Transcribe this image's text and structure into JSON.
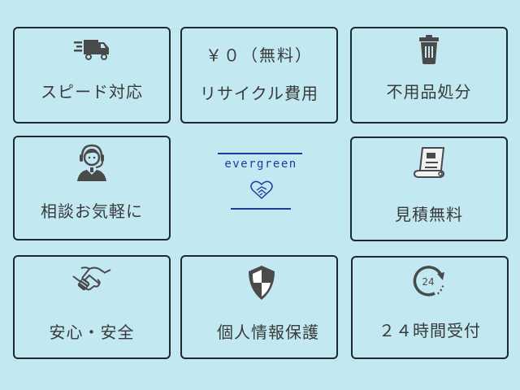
{
  "colors": {
    "background": "#c2e8f2",
    "card_border": "#1c2a30",
    "text": "#3a3a3a",
    "icon": "#4a4a4a",
    "brand": "#1e3a9a"
  },
  "logo": {
    "brand_name": "evergreen",
    "icon": "heart-handshake-icon"
  },
  "cards": [
    {
      "id": "speed",
      "icon": "delivery-truck-icon",
      "label": "スピード対応"
    },
    {
      "id": "free-recycle",
      "icon": "",
      "title": "￥０（無料）",
      "label": "リサイクル費用"
    },
    {
      "id": "disposal",
      "icon": "trash-can-icon",
      "label": "不用品処分"
    },
    {
      "id": "consult",
      "icon": "headset-operator-icon",
      "label": "相談お気軽に"
    },
    {
      "id": "estimate",
      "icon": "document-scroll-icon",
      "label": "見積無料"
    },
    {
      "id": "safety",
      "icon": "handshake-icon",
      "label": "安心・安全"
    },
    {
      "id": "privacy",
      "icon": "shield-icon",
      "label": "個人情報保護"
    },
    {
      "id": "24h",
      "icon": "24-hour-clock-icon",
      "icon_text": "24",
      "label": "２４時間受付"
    }
  ]
}
